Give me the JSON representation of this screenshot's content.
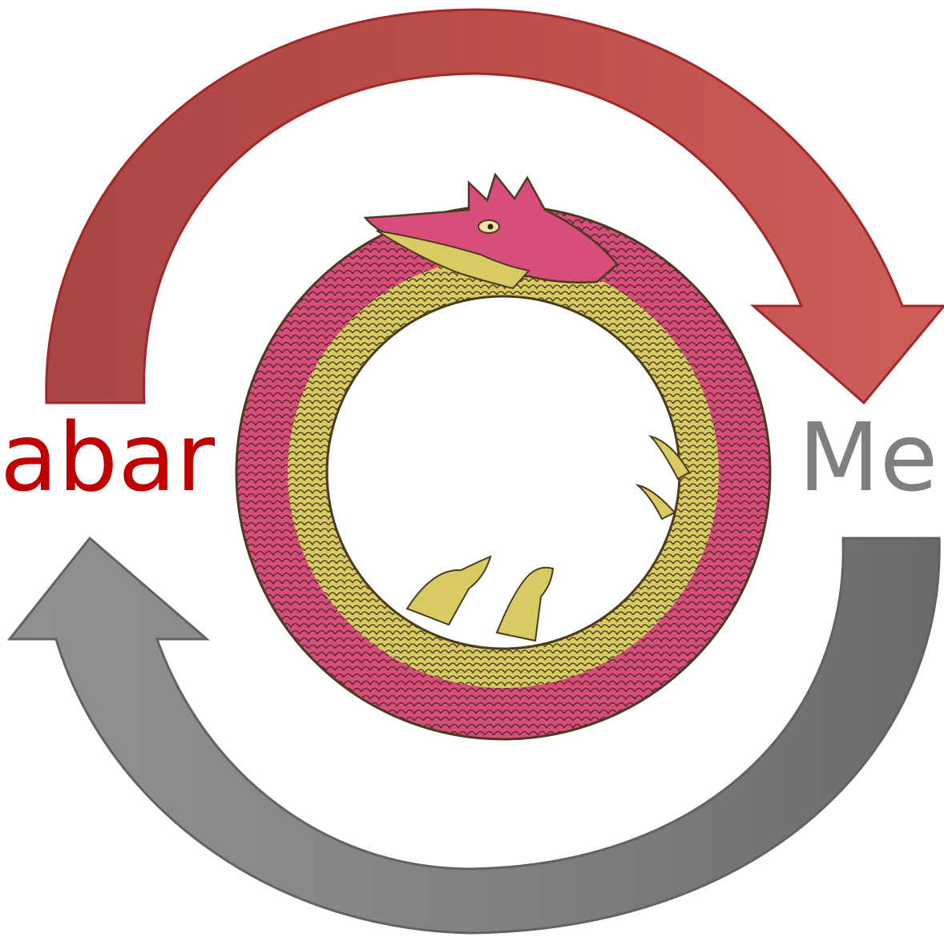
{
  "labels": {
    "left_word": "abar",
    "right_word": "Me"
  },
  "colors": {
    "top_arrow_fill": "#c0504d",
    "top_arrow_stroke": "#9b1d1d",
    "bottom_arrow_fill": "#808080",
    "bottom_arrow_stroke": "#5a5a5a",
    "left_word": "#c00000",
    "right_word": "#7f7f7f",
    "serpent_body": "#d94d7a",
    "serpent_belly": "#d8c85c",
    "serpent_outline": "#4a3a20"
  },
  "illustration": {
    "subject": "ouroboros-serpent",
    "description_icon": "ouroboros-icon"
  },
  "arrows": [
    {
      "name": "top-arrow",
      "direction": "clockwise",
      "color": "red"
    },
    {
      "name": "bottom-arrow",
      "direction": "clockwise",
      "color": "gray"
    }
  ]
}
